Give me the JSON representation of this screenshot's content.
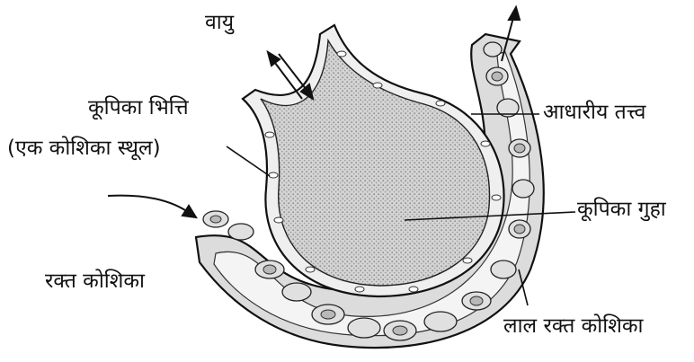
{
  "labels": {
    "air": "वायु",
    "alveolar_wall": "कूपिका भित्ति",
    "single_cell_layer": "(एक कोशिका स्थूल)",
    "basement_membrane": "आधारीय तत्त्व",
    "alveolar_cavity": "कूपिका गुहा",
    "blood_cell": "रक्त कोशिका",
    "red_blood_cell": "लाल रक्त कोशिका"
  },
  "colors": {
    "ink": "#111111",
    "alveolus_fill": "#cfcfcf",
    "capillary_wall": "#dddddd",
    "capillary_lumen": "#f7f7f7",
    "cell_fill": "#e2e2e2",
    "rbc_fill": "#bdbdbd"
  }
}
